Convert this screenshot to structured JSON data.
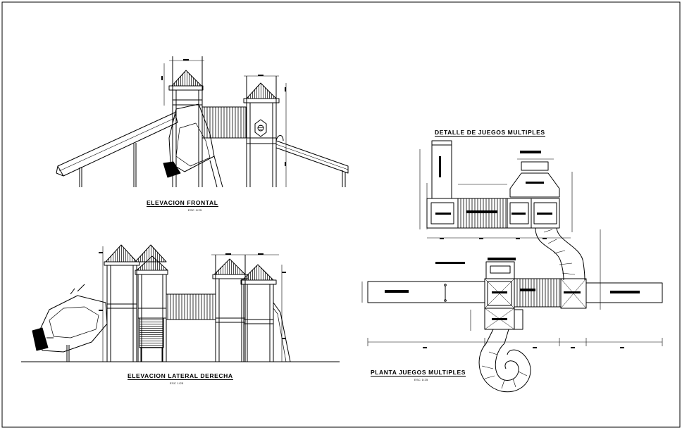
{
  "drawing": {
    "stroke_color": "#000000",
    "background": "#ffffff",
    "views": [
      {
        "id": "front",
        "title": "ELEVACION FRONTAL",
        "scale": "ESC 1/25"
      },
      {
        "id": "side",
        "title": "ELEVACION LATERAL DERECHA",
        "scale": "ESC 1/25"
      },
      {
        "id": "detail",
        "title": "DETALLE DE JUEGOS MULTIPLES"
      },
      {
        "id": "plan",
        "title": "PLANTA JUEGOS MULTIPLES",
        "scale": "ESC 1/25"
      }
    ]
  }
}
